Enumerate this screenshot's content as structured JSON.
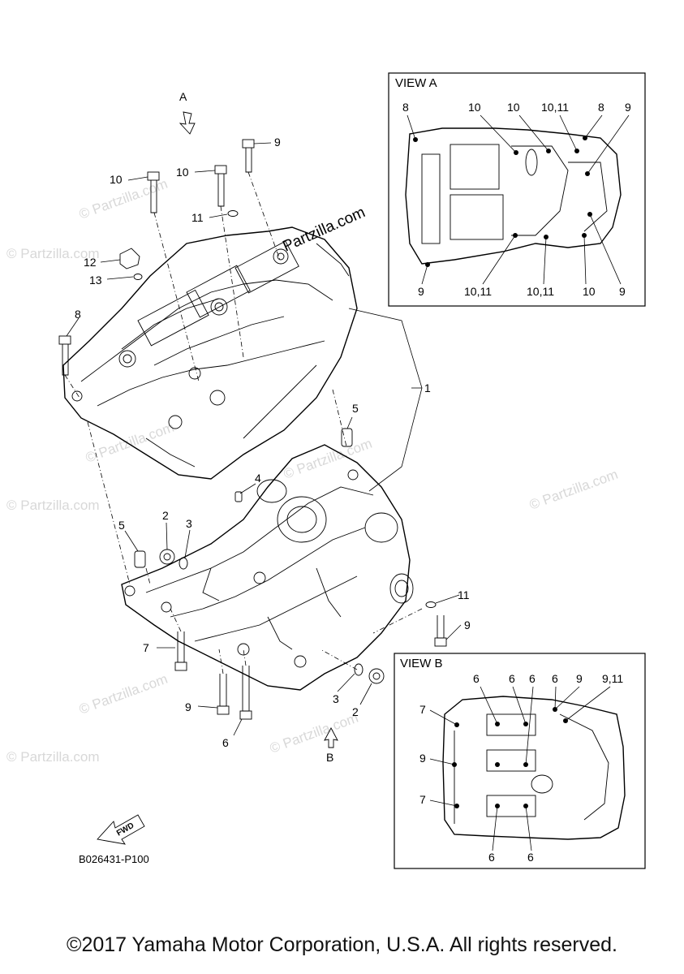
{
  "watermarks": {
    "text": "© Partzilla.com",
    "center_text": "Partzilla.com"
  },
  "view_a": {
    "title": "VIEW A",
    "labels_top": [
      "8",
      "10",
      "10",
      "10,11",
      "8",
      "9"
    ],
    "labels_bottom": [
      "9",
      "10,11",
      "10,11",
      "10",
      "9"
    ]
  },
  "view_b": {
    "title": "VIEW B",
    "labels_top": [
      "6",
      "6",
      "6",
      "6",
      "9",
      "9,11"
    ],
    "labels_left": [
      "7",
      "9",
      "7"
    ],
    "labels_bottom": [
      "6",
      "6"
    ]
  },
  "view_markers": {
    "a": "A",
    "b": "B",
    "fwd": "FWD"
  },
  "callouts": {
    "c1": "1",
    "c2a": "2",
    "c2b": "2",
    "c3a": "3",
    "c3b": "3",
    "c4": "4",
    "c5a": "5",
    "c5b": "5",
    "c6": "6",
    "c7": "7",
    "c8": "8",
    "c9a": "9",
    "c9b": "9",
    "c9c": "9",
    "c10a": "10",
    "c10b": "10",
    "c11a": "11",
    "c11b": "11",
    "c12": "12",
    "c13": "13"
  },
  "diagram_code": "B026431-P100",
  "copyright": "©2017 Yamaha Motor Corporation, U.S.A. All rights reserved."
}
